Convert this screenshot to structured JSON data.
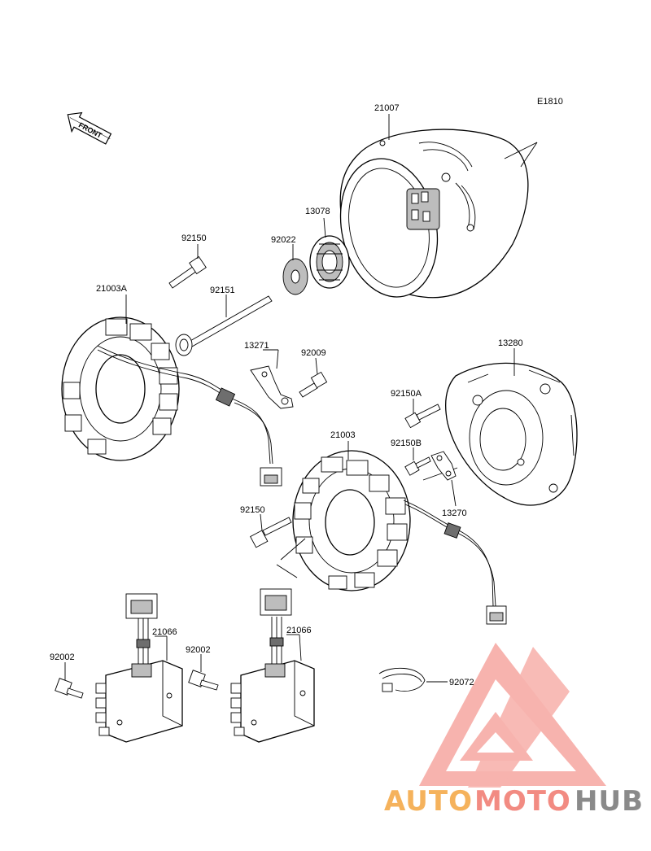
{
  "diagram": {
    "ref_code": "E1810",
    "front_label": "FRONT",
    "parts": [
      {
        "id": "flywheel",
        "number": "21007"
      },
      {
        "id": "starter-gear",
        "number": "13078"
      },
      {
        "id": "washer",
        "number": "92022"
      },
      {
        "id": "bolt-upper",
        "number": "92150"
      },
      {
        "id": "stator-left",
        "number": "21003A"
      },
      {
        "id": "long-bolt",
        "number": "92151"
      },
      {
        "id": "plate-13271",
        "number": "13271"
      },
      {
        "id": "screw-92009",
        "number": "92009"
      },
      {
        "id": "cover",
        "number": "13280"
      },
      {
        "id": "bolt-92150a",
        "number": "92150A"
      },
      {
        "id": "bolt-92150b",
        "number": "92150B"
      },
      {
        "id": "stator-center",
        "number": "21003"
      },
      {
        "id": "plate-13270",
        "number": "13270"
      },
      {
        "id": "bolt-lower",
        "number": "92150"
      },
      {
        "id": "regulator-left",
        "number": "21066"
      },
      {
        "id": "regulator-right",
        "number": "21066"
      },
      {
        "id": "bolt-92002-left",
        "number": "92002"
      },
      {
        "id": "bolt-92002-right",
        "number": "92002"
      },
      {
        "id": "clamp",
        "number": "92072"
      }
    ]
  },
  "watermark": {
    "parts": [
      "AUTO",
      "MOTO",
      "HUB"
    ],
    "colors": {
      "auto": "#f5b25c",
      "moto": "#f28b82",
      "hub": "#8a8a8a",
      "logo": "#f28b82"
    }
  }
}
